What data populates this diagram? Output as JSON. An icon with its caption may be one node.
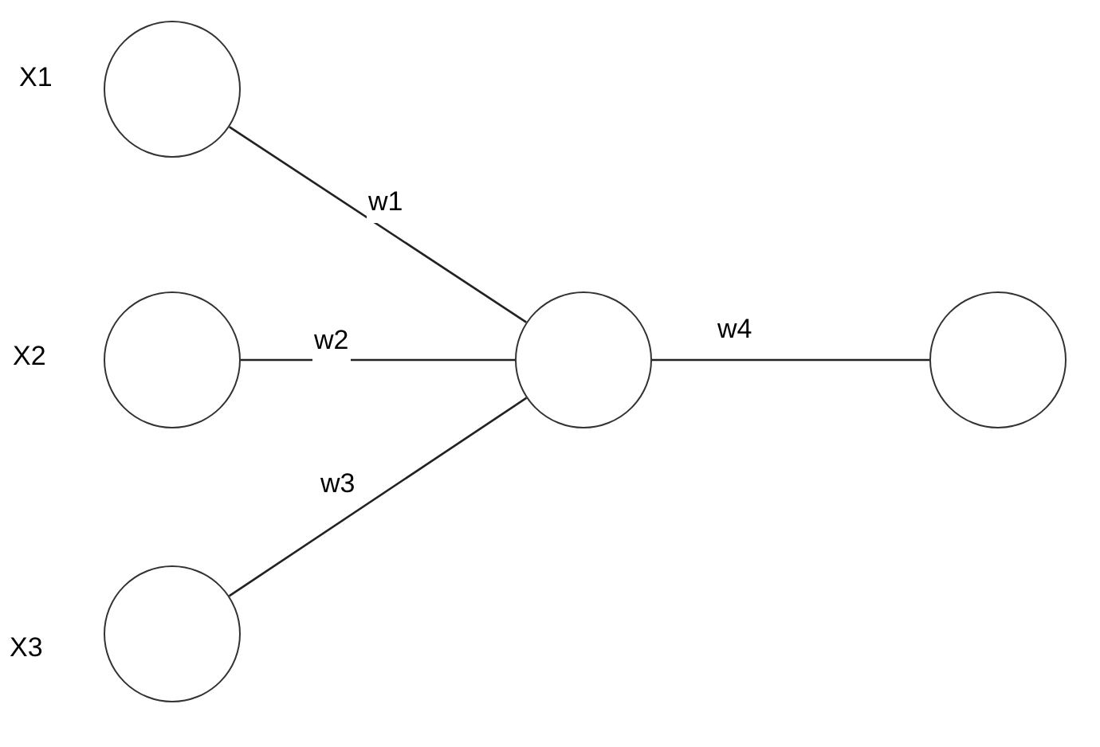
{
  "diagram": {
    "nodes": [
      {
        "text": [],
        "shape": "circle",
        "beside": [
          "X1"
        ]
      },
      {
        "text": [],
        "shape": "circle",
        "beside": [
          "X2"
        ]
      },
      {
        "text": [],
        "shape": "circle",
        "beside": [
          "X3"
        ]
      },
      {
        "text": [],
        "shape": "circle"
      },
      {
        "text": [],
        "shape": "circle"
      }
    ],
    "edges": [
      {
        "from": 0,
        "to": 3,
        "arrow": "none",
        "label": "w1"
      },
      {
        "from": 1,
        "to": 3,
        "arrow": "none",
        "label": "w2"
      },
      {
        "from": 2,
        "to": 3,
        "arrow": "none",
        "label": "w3"
      },
      {
        "from": 3,
        "to": 4,
        "arrow": "none",
        "label": "w4"
      }
    ]
  }
}
